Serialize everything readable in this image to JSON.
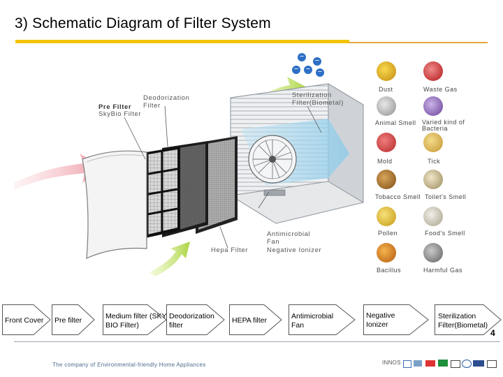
{
  "header": {
    "title": "3) Schematic Diagram of Filter System"
  },
  "diagram": {
    "labels": {
      "deodorization_filter": "Deodorization Filter",
      "pre_filter": "Pre Filter",
      "skybio_filter": "SkyBio Filter",
      "sterilization_filter": "Sterilization Filter(Biometal)",
      "antimicrobial_fan": "Antimicrobial Fan",
      "hepa_filter": "Hepa Filter",
      "negative_ionizer": "Negative Ionizer"
    },
    "contaminants": [
      "Dust",
      "Waste Gas",
      "Animal Smell",
      "Varied kind of Bacteria",
      "Mold",
      "Tick",
      "Tobacco Smell",
      "Toilet's Smell",
      "Pollen",
      "Food's Smell",
      "Bacillus",
      "Harmful Gas"
    ],
    "ion_symbols": [
      "−",
      "−",
      "−",
      "−",
      "−"
    ]
  },
  "flow_steps": [
    {
      "label": "Front Cover"
    },
    {
      "label": "Pre filter"
    },
    {
      "label": "Medium filter (SKY BIO Filter)"
    },
    {
      "label": "Deodorization filter"
    },
    {
      "label": "HEPA filter"
    },
    {
      "label": "Antimicrobial Fan"
    },
    {
      "label": "Negative Ionizer"
    },
    {
      "label": "Sterilization Filter(Biometal)"
    }
  ],
  "footer": {
    "page_number": "4",
    "company": "The company of Environmental-friendly Home Appliances",
    "brand": "INNOS"
  },
  "colors": {
    "accent_bar": "#f2c300",
    "accent_line": "#e3a93a",
    "arrow_fill": "#ffffff",
    "arrow_stroke": "#555555",
    "ion_blue": "#2e6fc6"
  }
}
